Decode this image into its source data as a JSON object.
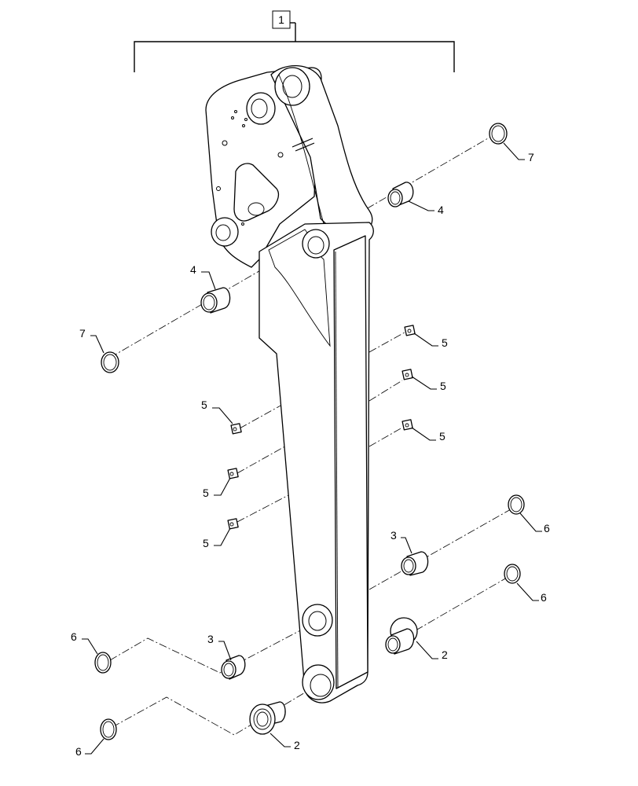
{
  "diagram": {
    "type": "exploded-parts-view",
    "subject": "excavator arm (dipper stick) with bushings, pins and seals",
    "assembly_callout": {
      "label": "1",
      "boxed": true
    },
    "callouts": [
      {
        "id": "c7a",
        "label": "7",
        "part": "seal ring",
        "position": "upper-right"
      },
      {
        "id": "c4a",
        "label": "4",
        "part": "bushing",
        "position": "upper-right"
      },
      {
        "id": "c4b",
        "label": "4",
        "part": "bushing",
        "position": "upper-left"
      },
      {
        "id": "c7b",
        "label": "7",
        "part": "seal ring",
        "position": "left"
      },
      {
        "id": "c5a",
        "label": "5",
        "part": "grease fitting block",
        "position": "right-1"
      },
      {
        "id": "c5b",
        "label": "5",
        "part": "grease fitting block",
        "position": "right-2"
      },
      {
        "id": "c5c",
        "label": "5",
        "part": "grease fitting block",
        "position": "right-3"
      },
      {
        "id": "c5d",
        "label": "5",
        "part": "grease fitting block",
        "position": "left-1"
      },
      {
        "id": "c5e",
        "label": "5",
        "part": "grease fitting block",
        "position": "left-2"
      },
      {
        "id": "c5f",
        "label": "5",
        "part": "grease fitting block",
        "position": "left-3"
      },
      {
        "id": "c6a",
        "label": "6",
        "part": "seal ring",
        "position": "lower-right-1"
      },
      {
        "id": "c3a",
        "label": "3",
        "part": "bushing",
        "position": "lower-right"
      },
      {
        "id": "c6b",
        "label": "6",
        "part": "seal ring",
        "position": "lower-right-2"
      },
      {
        "id": "c2a",
        "label": "2",
        "part": "flanged bushing",
        "position": "lower-right"
      },
      {
        "id": "c6c",
        "label": "6",
        "part": "seal ring",
        "position": "lower-left-1"
      },
      {
        "id": "c3b",
        "label": "3",
        "part": "bushing",
        "position": "lower-left"
      },
      {
        "id": "c6d",
        "label": "6",
        "part": "seal ring",
        "position": "lower-left-2"
      },
      {
        "id": "c2b",
        "label": "2",
        "part": "flanged bushing",
        "position": "lower-left"
      }
    ],
    "colors": {
      "line": "#000000",
      "background": "#ffffff"
    }
  }
}
